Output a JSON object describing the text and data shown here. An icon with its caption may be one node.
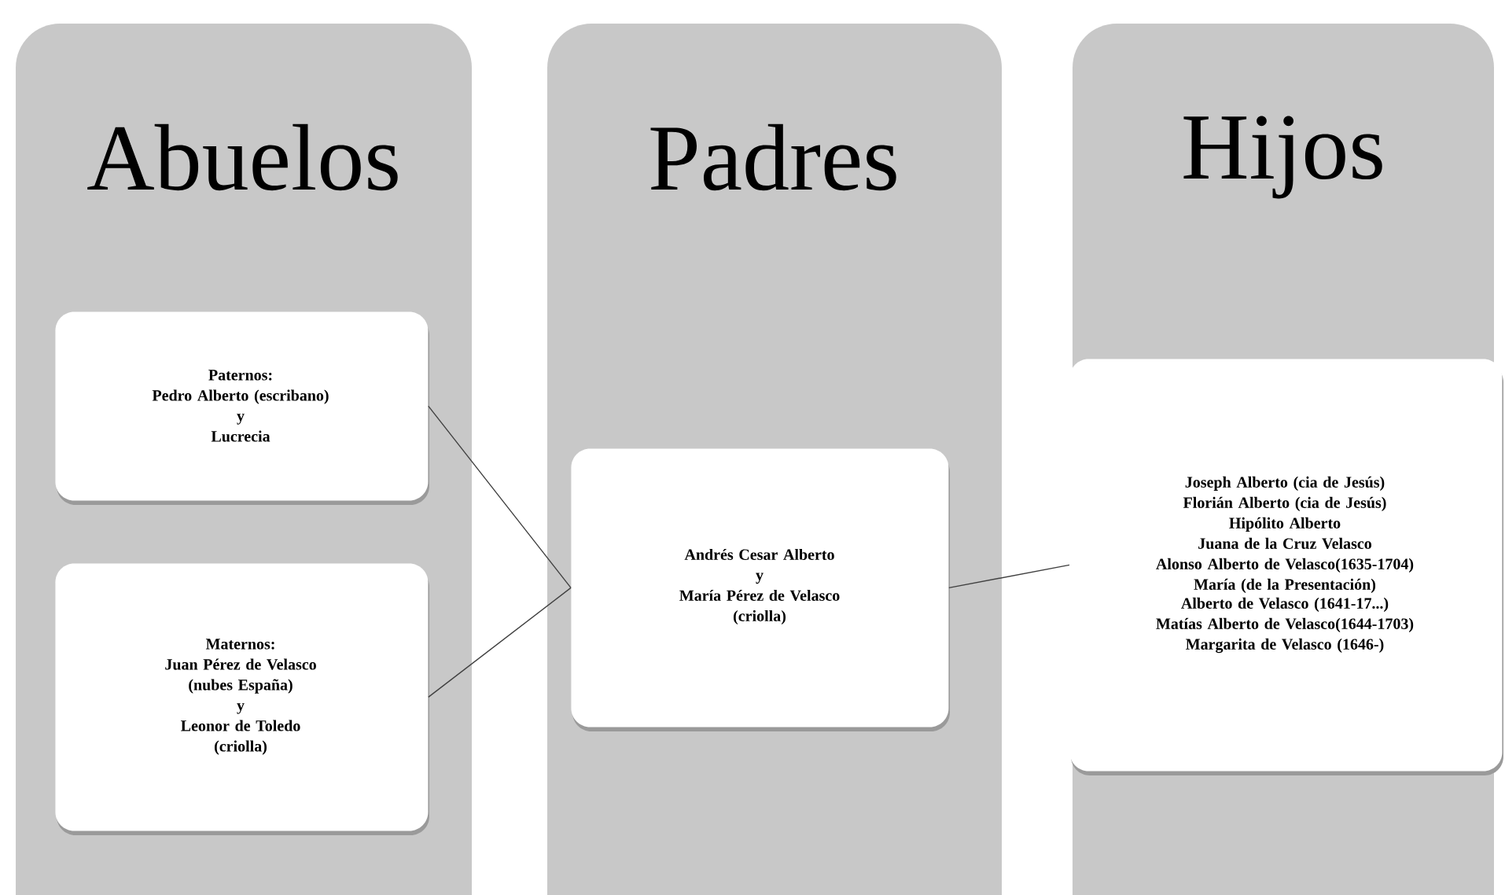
{
  "diagram": {
    "nodes": [
      {
        "text": [
          "Abuelos"
        ]
      },
      {
        "text": [
          "Paternos:",
          "Pedro Alberto (escribano)",
          "y",
          "Lucrecia"
        ],
        "in": 0
      },
      {
        "text": [
          "Maternos:",
          "Juan Pérez de Velasco",
          "(nubes España)",
          "y",
          "Leonor de Toledo",
          "(criolla)"
        ],
        "in": 0
      },
      {
        "text": [
          "Padres"
        ]
      },
      {
        "text": [
          "Andrés Cesar Alberto",
          "y",
          "María Pérez de Velasco",
          "(criolla)"
        ],
        "in": 3
      },
      {
        "text": [
          "Hijos"
        ]
      },
      {
        "text": [
          "Joseph Alberto (cia de Jesús)",
          "Florián Alberto (cia de Jesús)",
          "Hipólito Alberto",
          "Juana de la Cruz Velasco",
          "Alonso Alberto de Velasco(1635-1704)",
          "María (de la Presentación) Alberto de Velasco (1641-17...)",
          "Matías Alberto de Velasco(1644-1703)",
          "Margarita de Velasco (1646-)"
        ],
        "in": 5
      }
    ],
    "edges": [
      {
        "from": 1,
        "to": 4,
        "arrow": "none"
      },
      {
        "from": 2,
        "to": 4,
        "arrow": "none"
      },
      {
        "from": 4,
        "to": 6,
        "arrow": "none"
      }
    ]
  }
}
